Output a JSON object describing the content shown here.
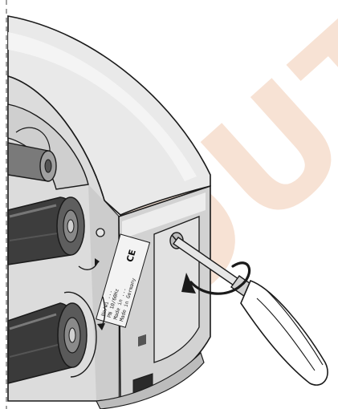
{
  "figure": {
    "subject": "Removing a cover screw on the right side of the device with a flat-blade screwdriver"
  },
  "colors": {
    "ink": "#1a1a1a",
    "housing_light": "#ececec",
    "housing_mid": "#d6d6d6",
    "housing_dark": "#a9a9a9",
    "roller_dark": "#3a3a3a",
    "roller_mid": "#6a6a6a",
    "roller_light": "#9a9a9a",
    "watermark": "#f1cbb1"
  },
  "rating_label": {
    "lines": [
      "Ho/wi ...",
      "PN 10/60Hz",
      "Made in ...",
      "Made in Germany"
    ],
    "mark": "CE"
  },
  "watermark": {
    "text": "SOUTSC"
  },
  "icons": {
    "screwdriver": "screwdriver-icon",
    "rotation_arrow": "counterclockwise-arrow-icon",
    "screw": "screw-icon",
    "power_socket": "power-socket-icon"
  }
}
